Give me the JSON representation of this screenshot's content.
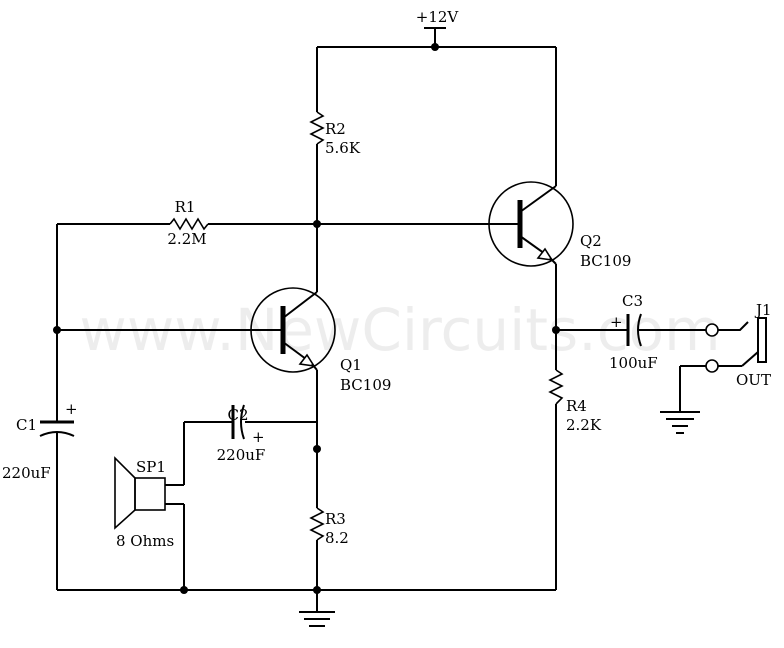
{
  "watermark": "www.NewCircuits.com",
  "supply": {
    "label": "+12V"
  },
  "components": {
    "r1": {
      "name": "R1",
      "value": "2.2M"
    },
    "r2": {
      "name": "R2",
      "value": "5.6K"
    },
    "r3": {
      "name": "R3",
      "value": "8.2"
    },
    "r4": {
      "name": "R4",
      "value": "2.2K"
    },
    "c1": {
      "name": "C1",
      "value": "220uF",
      "polarity": "+"
    },
    "c2": {
      "name": "C2",
      "value": "220uF",
      "polarity": "+"
    },
    "c3": {
      "name": "C3",
      "value": "100uF",
      "polarity": "+"
    },
    "q1": {
      "name": "Q1",
      "value": "BC109"
    },
    "q2": {
      "name": "Q2",
      "value": "BC109"
    },
    "sp1": {
      "name": "SP1",
      "value": "8 Ohms"
    },
    "j1": {
      "name": "J1",
      "value": "OUT"
    }
  }
}
